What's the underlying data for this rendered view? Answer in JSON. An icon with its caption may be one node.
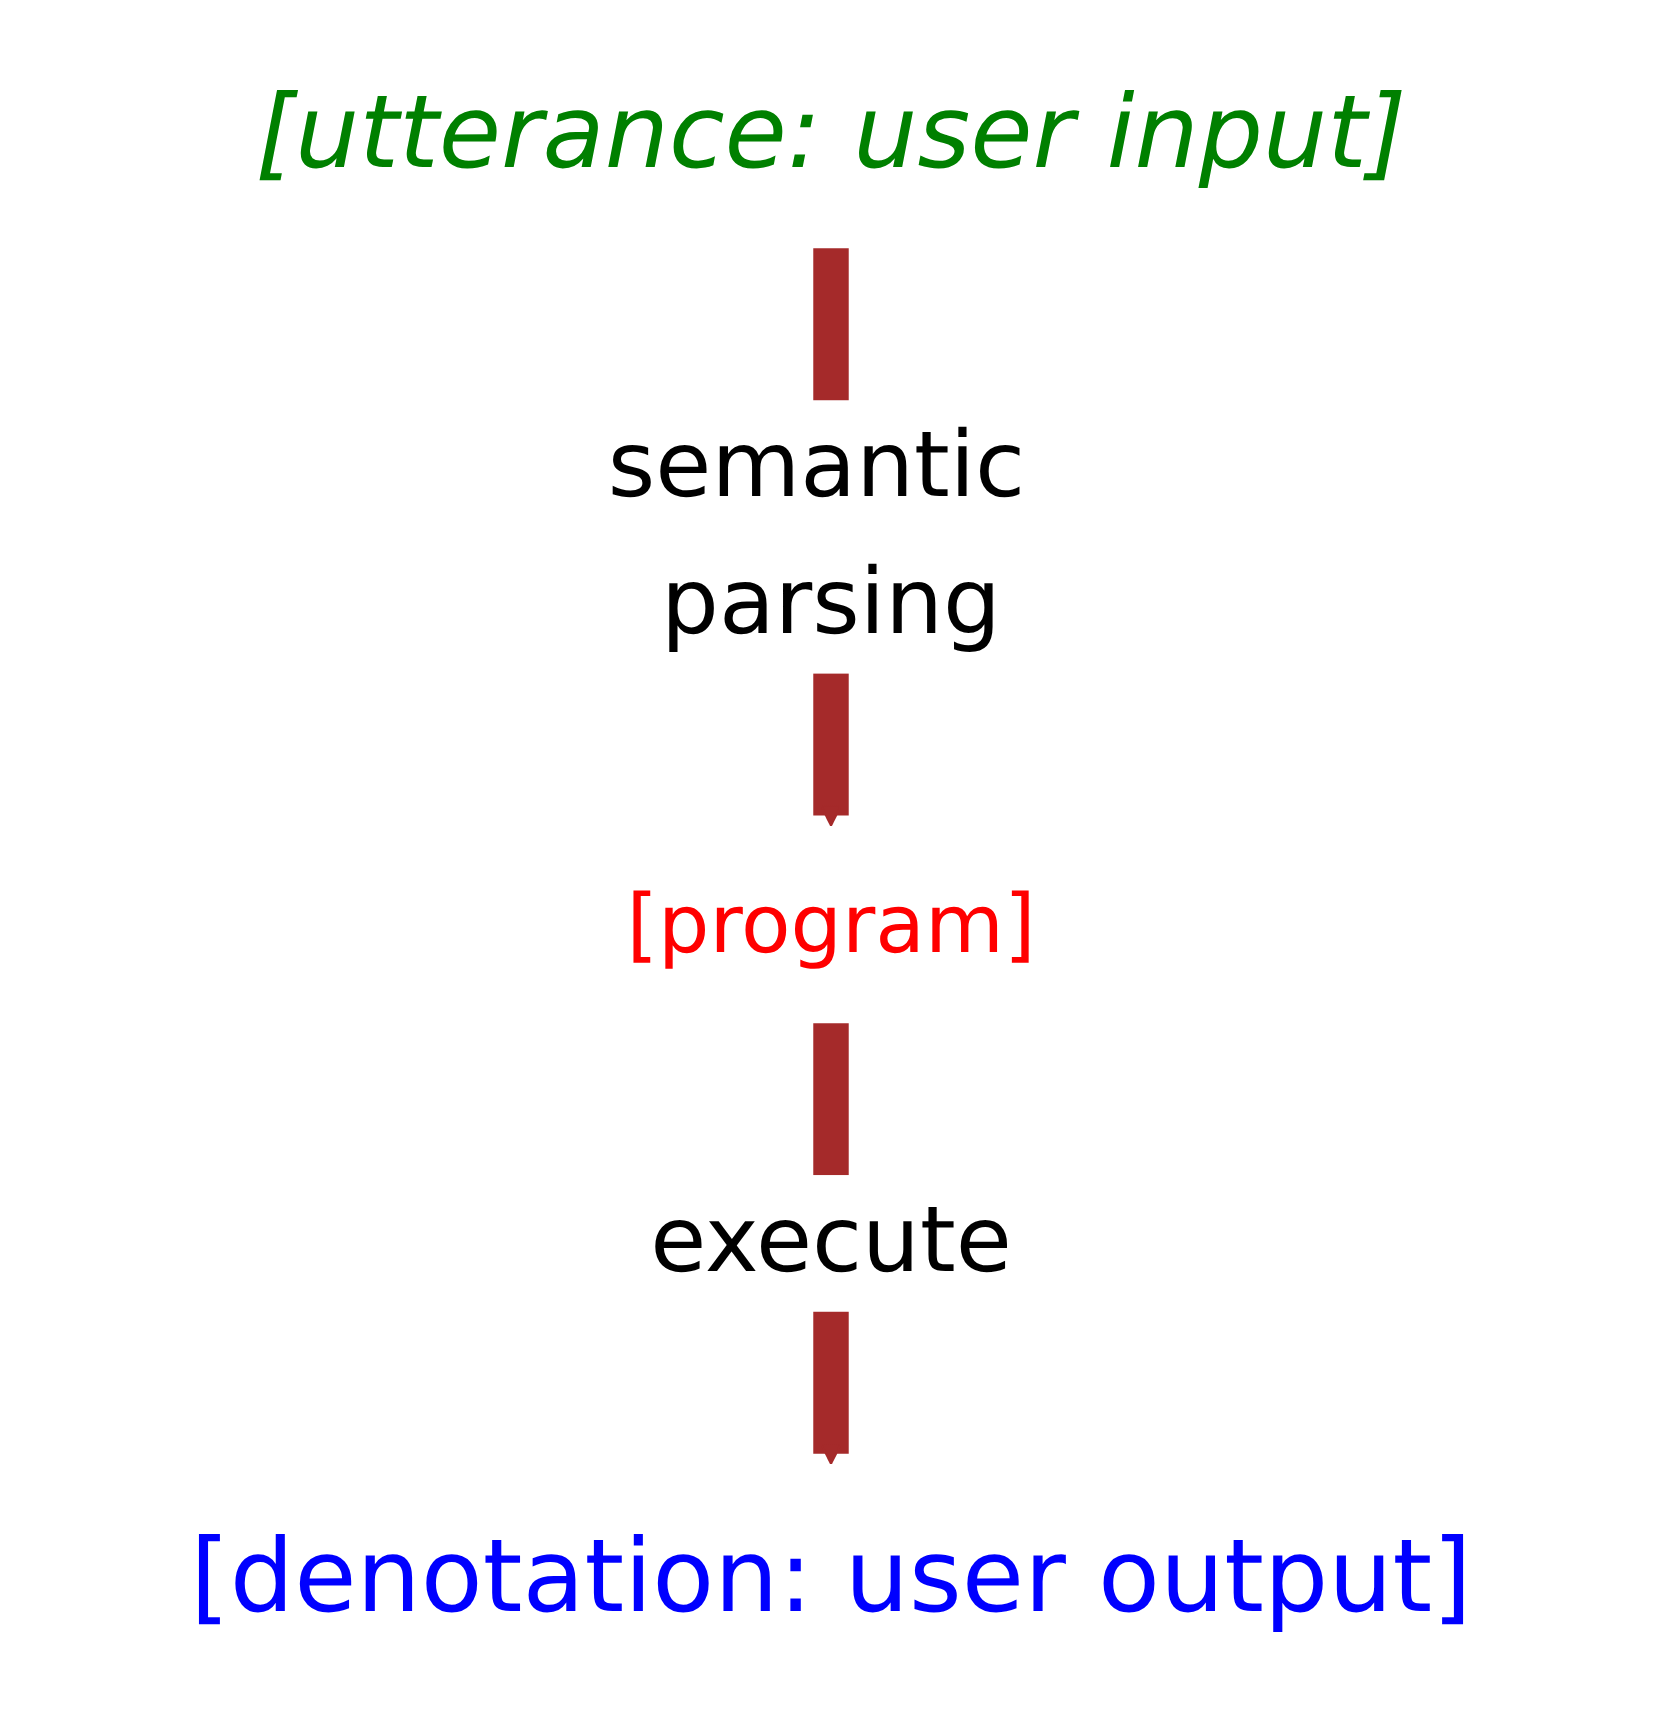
{
  "diagram": {
    "nodes": [
      {
        "text": [
          "[utterance: user input]"
        ]
      },
      {
        "text": [
          "[program]"
        ]
      },
      {
        "text": [
          "[denotation: user output]"
        ]
      }
    ],
    "edges": [
      {
        "from": 0,
        "to": 1,
        "arrow": "to",
        "label": "semantic parsing"
      },
      {
        "from": 1,
        "to": 2,
        "arrow": "to",
        "label": "execute"
      }
    ]
  }
}
